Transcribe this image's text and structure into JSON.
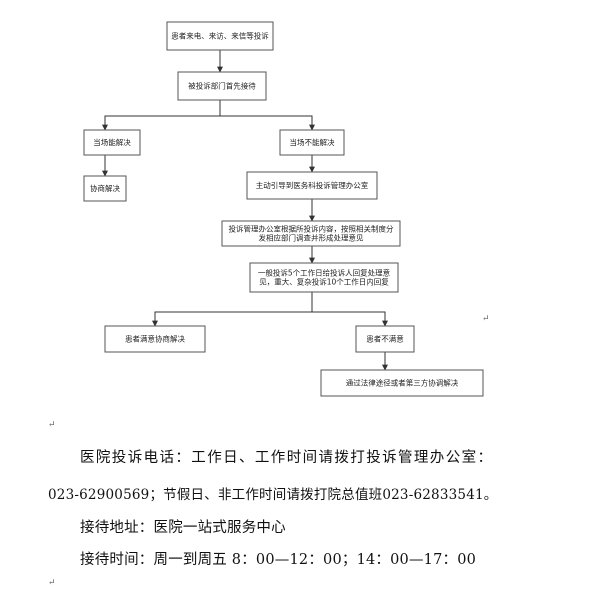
{
  "flowchart": {
    "nodes": [
      {
        "id": "n1",
        "lines": [
          "患者来电、来访、来信等投诉"
        ]
      },
      {
        "id": "n2",
        "lines": [
          "被投诉部门首先接待"
        ]
      },
      {
        "id": "n3",
        "lines": [
          "当场能解决"
        ]
      },
      {
        "id": "n4",
        "lines": [
          "当场不能解决"
        ]
      },
      {
        "id": "n5",
        "lines": [
          "协商解决"
        ]
      },
      {
        "id": "n6",
        "lines": [
          "主动引导到医务科投诉管理办公室"
        ]
      },
      {
        "id": "n7",
        "lines": [
          "投诉管理办公室根据所投诉内容，按照相关制度分",
          "发相应部门调查并形成处理意见"
        ]
      },
      {
        "id": "n8",
        "lines": [
          "一般投诉5个工作日给投诉人回复处理意",
          "见，重大、复杂投诉10个工作日内回复"
        ]
      },
      {
        "id": "n9",
        "lines": [
          "患者满意协商解决"
        ]
      },
      {
        "id": "n10",
        "lines": [
          "患者不满意"
        ]
      },
      {
        "id": "n11",
        "lines": [
          "通过法律途径或者第三方协调解决"
        ]
      }
    ]
  },
  "text": {
    "line1": "医院投诉电话：工作日、工作时间请拨打投诉管理办公室：",
    "line2": "023-62900569；节假日、非工作时间请拨打院总值班023-62833541。",
    "line3": "接待地址：医院一站式服务中心",
    "line4": "接待时间：周一到周五 8：00—12：00；14：00—17：00",
    "para_mark": "↵"
  },
  "colors": {
    "line": "#333333",
    "box_border": "#555555",
    "text": "#111111"
  }
}
